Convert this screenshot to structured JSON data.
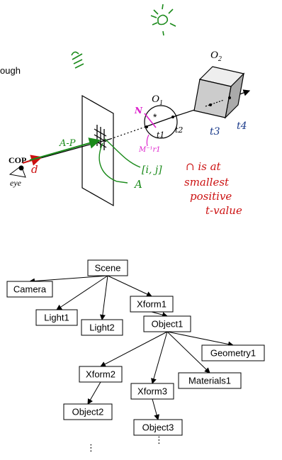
{
  "raytrace": {
    "top_text": "ough",
    "object1_label": "O",
    "object1_sub": "1",
    "object2_label": "O",
    "object2_sub": "2",
    "cop_label": "COP",
    "eye_label": "eye",
    "a_minus_p": "A-P",
    "d_label": "d",
    "ij_label": "[i, j]",
    "a_label": "A",
    "n_label": "N",
    "m_label": "M⁻¹r1",
    "t1_label": "t1",
    "t2_label": "t2",
    "t3_label": "t3",
    "t4_label": "t4",
    "note_lines": [
      "∩ is at",
      "smallest",
      "positive",
      "t-value"
    ],
    "colors": {
      "green": "#1a8a1a",
      "red": "#cc1111",
      "magenta": "#dd22cc",
      "ink": "#000000"
    }
  },
  "scene_graph": {
    "nodes": [
      {
        "id": "scene",
        "label": "Scene"
      },
      {
        "id": "camera",
        "label": "Camera"
      },
      {
        "id": "light1",
        "label": "Light1"
      },
      {
        "id": "light2",
        "label": "Light2"
      },
      {
        "id": "xform1",
        "label": "Xform1"
      },
      {
        "id": "object1",
        "label": "Object1"
      },
      {
        "id": "geometry1",
        "label": "Geometry1"
      },
      {
        "id": "materials1",
        "label": "Materials1"
      },
      {
        "id": "xform2",
        "label": "Xform2"
      },
      {
        "id": "xform3",
        "label": "Xform3"
      },
      {
        "id": "object2",
        "label": "Object2"
      },
      {
        "id": "object3",
        "label": "Object3"
      }
    ],
    "edges": [
      [
        "scene",
        "camera"
      ],
      [
        "scene",
        "light1"
      ],
      [
        "scene",
        "light2"
      ],
      [
        "scene",
        "xform1"
      ],
      [
        "xform1",
        "object1"
      ],
      [
        "object1",
        "geometry1"
      ],
      [
        "object1",
        "materials1"
      ],
      [
        "object1",
        "xform2"
      ],
      [
        "object1",
        "xform3"
      ],
      [
        "xform2",
        "object2"
      ],
      [
        "xform3",
        "object3"
      ]
    ],
    "continuation": "⋮"
  }
}
